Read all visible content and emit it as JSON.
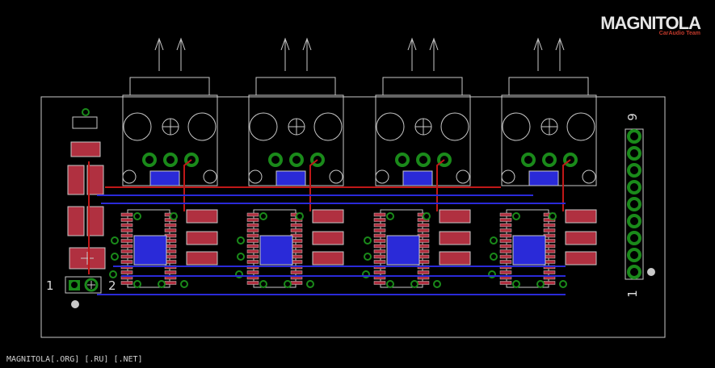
{
  "logo": {
    "main": "MAGNITOLA",
    "sub": "CarAudio Team"
  },
  "footer": "MAGNITOLA[.ORG] [.RU] [.NET]",
  "labels": {
    "left_pin1": "1",
    "left_pin2": "2",
    "right_top": "9",
    "right_bottom": "1"
  },
  "colors": {
    "background": "#000000",
    "outline": "#c8c8c8",
    "trace_red": "#c01818",
    "trace_blue": "#2a2ad8",
    "pad_green": "#1a8a1a",
    "pad_red": "#b03040"
  }
}
